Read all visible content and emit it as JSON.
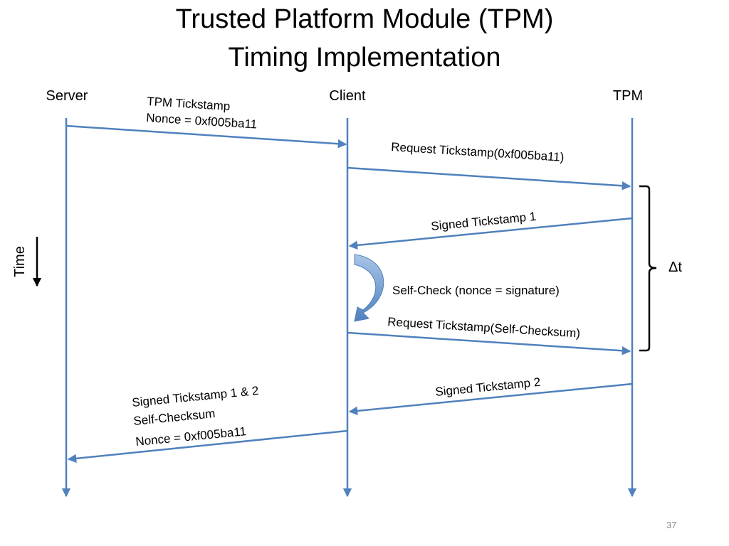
{
  "slide": {
    "title_line1": "Trusted Platform Module (TPM)",
    "title_line2": "Timing Implementation",
    "page_number": "37"
  },
  "participants": {
    "server": "Server",
    "client": "Client",
    "tpm": "TPM"
  },
  "time_label": "Time",
  "delta_label": "Δt",
  "messages": {
    "m1_line1": "TPM Tickstamp",
    "m1_line2": "Nonce = 0xf005ba11",
    "m2": "Request Tickstamp(0xf005ba11)",
    "m3": "Signed Tickstamp 1",
    "self_check": "Self-Check (nonce = signature)",
    "m4": "Request Tickstamp(Self-Checksum)",
    "m5": "Signed Tickstamp 2",
    "m6_line1": "Signed Tickstamp 1 & 2",
    "m6_line2": "Self-Checksum",
    "m6_line3": "Nonce = 0xf005ba11"
  },
  "colors": {
    "line": "#4f81bd",
    "text": "#000000",
    "page_number": "#8a8a8a"
  }
}
